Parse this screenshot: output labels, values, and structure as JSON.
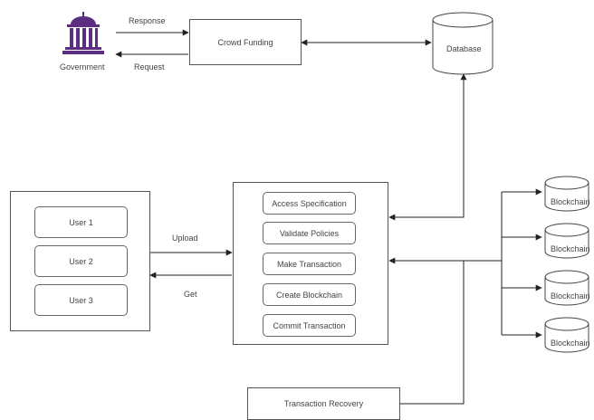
{
  "government": {
    "label": "Government",
    "color": "#5b2d83"
  },
  "crowd_funding": {
    "label": "Crowd Funding"
  },
  "database": {
    "label": "Database"
  },
  "arrows": {
    "response": "Response",
    "request": "Request",
    "upload": "Upload",
    "get": "Get"
  },
  "users": [
    "User 1",
    "User 2",
    "User 3"
  ],
  "process_steps": [
    "Access Specification",
    "Validate Policies",
    "Make Transaction",
    "Create Blockchain",
    "Commit Transaction"
  ],
  "recovery": {
    "label": "Transaction Recovery"
  },
  "blockchains": [
    "Blockchain",
    "Blockchain",
    "Blockchain",
    "Blockchain"
  ]
}
